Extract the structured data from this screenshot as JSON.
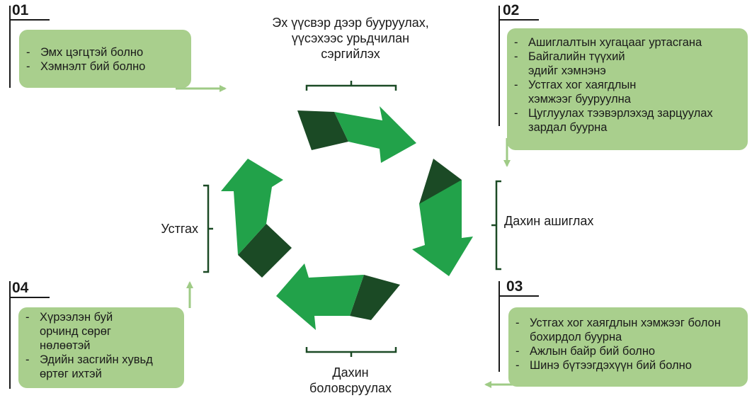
{
  "stages": {
    "top": "Эх үүсвэр дээр бууруулах, үүсэхээс урьдчилан сэргийлэх",
    "right": "Дахин ашиглах",
    "bottom": "Дахин боловсруулах",
    "left": "Устгах"
  },
  "panels": [
    {
      "number": "01",
      "items": [
        "Эмх цэгцтэй болно",
        "Хэмнэлт бий болно"
      ]
    },
    {
      "number": "02",
      "items": [
        "Ашиглалтын хугацааг уртасгана",
        "Байгалийн түүхий эдийг хэмнэнэ",
        "Устгах хог хаягдлын хэмжээг бууруулна",
        "Цуглуулах тээвэрлэхэд зарцуулах зардал буурна"
      ]
    },
    {
      "number": "03",
      "items": [
        "Устгах хог хаягдлын хэмжээг болон бохирдол буурна",
        "Ажлын байр бий болно",
        "Шинэ бүтээгдэхүүн бий болно"
      ]
    },
    {
      "number": "04",
      "items": [
        "Хүрээлэн буй орчинд сөрөг нөлөөтэй",
        "Эдийн засгийн хувьд өртөг ихтэй"
      ]
    }
  ],
  "colors": {
    "panel": "#a9cf8d",
    "connector": "#9fcb86",
    "arrow_light": "#22a24a",
    "arrow_dark": "#1b4a25"
  }
}
